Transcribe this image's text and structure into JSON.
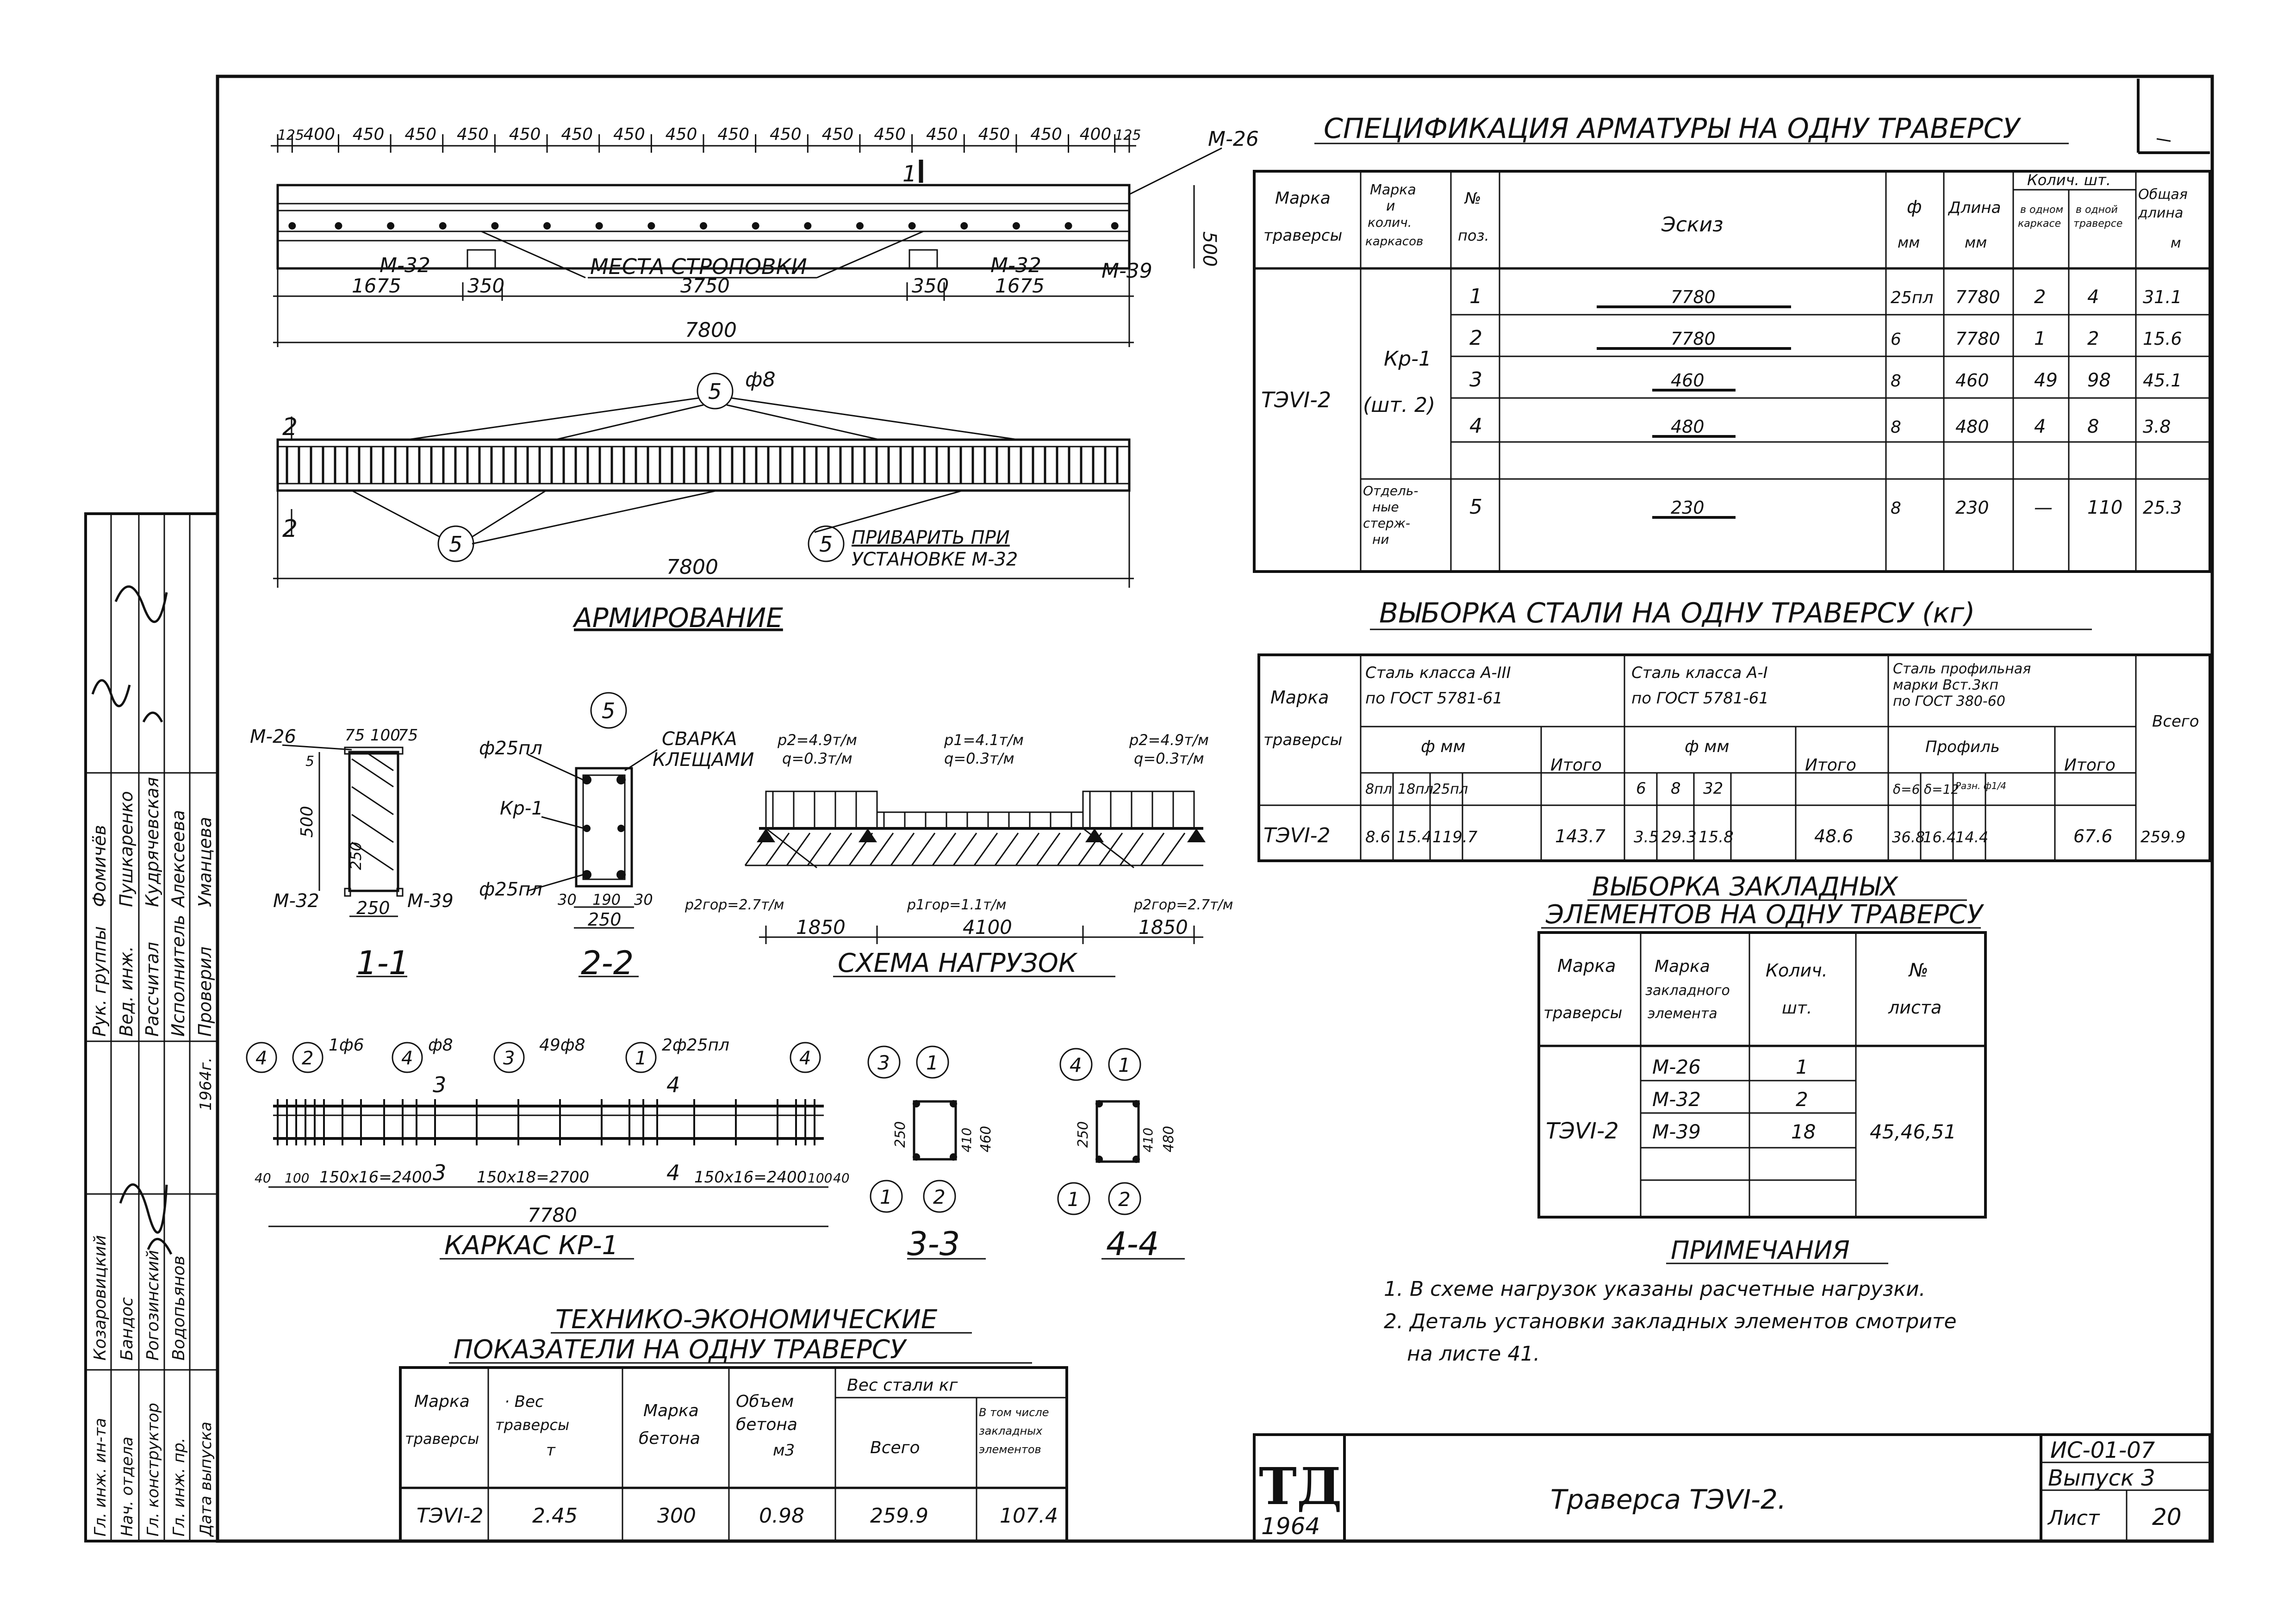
{
  "stamp_side": {
    "roles": [
      "Рук. группы",
      "Вед. инж.",
      "Рассчитал",
      "Исполнитель",
      "Проверил"
    ],
    "names": [
      "Фомичёв",
      "Пушкаренко",
      "Кудрячевская",
      "Алексеева",
      "Уманцева"
    ],
    "roles2": [
      "Гл. инж. ин-та",
      "Нач. отдела",
      "Гл. конструктор",
      "Гл. инж. пр.",
      "Дата выпуска"
    ],
    "names2": [
      "Козаровицкий",
      "Бандос",
      "Рогозинский",
      "Водопьянов",
      ""
    ],
    "year": "1964г."
  },
  "reinforcement_plan": {
    "spacings": [
      "125",
      "400",
      "450",
      "450",
      "450",
      "450",
      "450",
      "450",
      "450",
      "450",
      "450",
      "450",
      "450",
      "450",
      "450",
      "450",
      "400",
      "125"
    ],
    "label_m26": "М-26",
    "label_m32_left": "М-32",
    "label_m32_right": "М-32",
    "label_m39": "М-39",
    "lifting_points": "МЕСТА СТРОПОВКИ",
    "height": "500",
    "dims_lower": [
      "1675",
      "350",
      "3750",
      "350",
      "1675"
    ],
    "total": "7800",
    "section_mark_1": "1"
  },
  "reinforcing_view": {
    "callout_5": "5",
    "diam": "ф8",
    "weld_note_1": "ПРИВАРИТЬ ПРИ",
    "weld_note_2": "УСТАНОВКЕ М-32",
    "total": "7800",
    "section_mark_2": "2",
    "title": "АРМИРОВАНИЕ"
  },
  "section_11": {
    "title": "1-1",
    "m26": "М-26",
    "m32": "М-32",
    "m39": "М-39",
    "dims": [
      "75",
      "100",
      "75",
      "5",
      "500",
      "250",
      "250"
    ]
  },
  "section_22": {
    "title": "2-2",
    "callout": "5",
    "weld_1": "СВАРКА",
    "weld_2": "КЛЕЩАМИ",
    "bar_top": "ф25пл",
    "bar_bottom": "ф25пл",
    "kr": "Кр-1",
    "dims": [
      "30",
      "190",
      "30",
      "250"
    ]
  },
  "load_scheme": {
    "title": "СХЕМА НАГРУЗОК",
    "p2_left": "р2=4.9т/м",
    "q_left": "q=0.3т/м",
    "p1": "р1=4.1т/м",
    "q_mid": "q=0.3т/м",
    "p2_right": "р2=4.9т/м",
    "q_right": "q=0.3т/м",
    "pgor_left": "р2гор=2.7т/м",
    "pgor_mid": "р1гор=1.1т/м",
    "pgor_right": "р2гор=2.7т/м",
    "dims": [
      "1850",
      "4100",
      "1850"
    ]
  },
  "cage": {
    "title": "КАРКАС КР-1",
    "callouts": [
      "4",
      "2",
      "4",
      "3",
      "1",
      "4"
    ],
    "labels": [
      "1ф6",
      "ф8",
      "49ф8",
      "2ф25пл"
    ],
    "marks": [
      "3",
      "4"
    ],
    "dims": [
      "40",
      "100",
      "150х16=2400",
      "150х18=2700",
      "150х16=2400",
      "100",
      "40"
    ],
    "total": "7780"
  },
  "sec_33": {
    "title": "3-3",
    "callouts": [
      "3",
      "1",
      "1",
      "2"
    ],
    "dims": [
      "250",
      "410",
      "460"
    ]
  },
  "sec_44": {
    "title": "4-4",
    "callouts": [
      "4",
      "1",
      "1",
      "2"
    ],
    "dims": [
      "250",
      "410",
      "480"
    ]
  },
  "spec_table": {
    "title": "СПЕЦИФИКАЦИЯ АРМАТУРЫ НА ОДНУ ТРАВЕРСУ",
    "headers": [
      "Марка траверсы",
      "Марка и колич. каркасов",
      "№ поз.",
      "Эскиз",
      "ф мм",
      "Длина мм",
      "Колич. шт.",
      "Общая длина м"
    ],
    "sub_headers": [
      "в одном каркасе",
      "в одной траверсе"
    ],
    "trav": "ТЭVI-2",
    "frame": "Кр-1",
    "frame_qty": "(шт. 2)",
    "sep_bars": "Отдельные стержни",
    "rows": [
      {
        "pos": "1",
        "sketch": "7780",
        "d": "25пл",
        "len": "7780",
        "n1": "2",
        "n2": "4",
        "total": "31.1"
      },
      {
        "pos": "2",
        "sketch": "7780",
        "d": "6",
        "len": "7780",
        "n1": "1",
        "n2": "2",
        "total": "15.6"
      },
      {
        "pos": "3",
        "sketch": "460",
        "d": "8",
        "len": "460",
        "n1": "49",
        "n2": "98",
        "total": "45.1"
      },
      {
        "pos": "4",
        "sketch": "480",
        "d": "8",
        "len": "480",
        "n1": "4",
        "n2": "8",
        "total": "3.8"
      },
      {
        "pos": "5",
        "sketch": "230",
        "d": "8",
        "len": "230",
        "n1": "—",
        "n2": "110",
        "total": "25.3"
      }
    ]
  },
  "steel_table": {
    "title": "ВЫБОРКА СТАЛИ НА ОДНУ ТРАВЕРСУ (кг)",
    "h_mark": "Марка траверсы",
    "h_a3": "Сталь класса А-III по ГОСТ 5781-61",
    "h_a1": "Сталь класса А-I по ГОСТ 5781-61",
    "h_prof": "Сталь профильная марки Вст.3кп по ГОСТ 380-60",
    "h_total": "Всего",
    "h_dia": "ф мм",
    "h_profile": "Профиль",
    "h_itogo": "Итого",
    "sub_a3": [
      "8пл",
      "18пл",
      "25пл"
    ],
    "sub_a1": [
      "6",
      "8",
      "32"
    ],
    "sub_prof": [
      "δ=6",
      "δ=12",
      "Разн. ф1/4"
    ],
    "trav": "ТЭVI-2",
    "vals_a3": [
      "8.6",
      "15.4",
      "119.7"
    ],
    "itogo_a3": "143.7",
    "vals_a1": [
      "3.5",
      "29.3",
      "15.8"
    ],
    "itogo_a1": "48.6",
    "vals_prof": [
      "36.8",
      "16.4",
      "14.4"
    ],
    "itogo_prof": "67.6",
    "grand": "259.9"
  },
  "embed_table": {
    "title_1": "ВЫБОРКА ЗАКЛАДНЫХ",
    "title_2": "ЭЛЕМЕНТОВ НА ОДНУ ТРАВЕРСУ",
    "headers": [
      "Марка траверсы",
      "Марка закладного элемента",
      "Колич. шт.",
      "№ листа"
    ],
    "trav": "ТЭVI-2",
    "rows": [
      [
        "М-26",
        "1"
      ],
      [
        "М-32",
        "2"
      ],
      [
        "М-39",
        "18"
      ]
    ],
    "sheets": "45,46,51"
  },
  "notes": {
    "title": "ПРИМЕЧАНИЯ",
    "lines": [
      "1. В схеме нагрузок указаны расчетные нагрузки.",
      "2. Деталь установки закладных элементов смотрите",
      "на листе 41."
    ]
  },
  "tech_table": {
    "title_1": "ТЕХНИКО-ЭКОНОМИЧЕСКИЕ",
    "title_2": "ПОКАЗАТЕЛИ НА ОДНУ ТРАВЕРСУ",
    "headers": [
      "Марка траверсы",
      "Вес траверсы т",
      "Марка бетона",
      "Объем бетона м3",
      "Вес стали кг"
    ],
    "sub_headers": [
      "Всего",
      "В том числе закладных элементов"
    ],
    "row": [
      "ТЭVI-2",
      "2.45",
      "300",
      "0.98",
      "259.9",
      "107.4"
    ]
  },
  "title_block": {
    "logo": "ТД",
    "year": "1964",
    "name": "Траверса ТЭVI-2.",
    "series": "ИС-01-07",
    "issue": "Выпуск 3",
    "sheet_label": "Лист",
    "sheet_no": "20"
  }
}
